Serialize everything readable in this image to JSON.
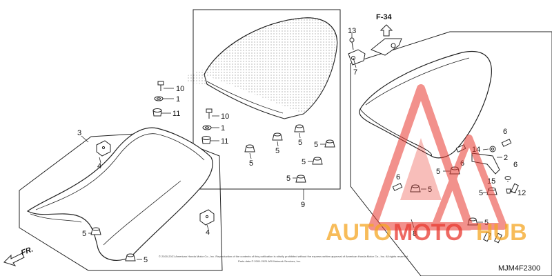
{
  "figure_ref": "F-34",
  "direction_label": "FR.",
  "diagram_code": "MJM4F2300",
  "watermark": {
    "brand": "AUTOMOTOHUB",
    "part1": "AUTO",
    "part2": "MOTO",
    "part3": "HUB"
  },
  "copyright_line1": "© 2020-2021 American Honda Motor Co., Inc. Reproduction of the contents of this publication is strictly prohibited without the express written approval of American Honda Motor Co., Inc. All rights reserved.",
  "copyright_line2": "Parts data © 2001-2021 ARI Network Services, Inc.",
  "callouts": {
    "c13": "13",
    "c7": "7",
    "c10a": "10",
    "c1a": "1",
    "c11a": "11",
    "c10b": "10",
    "c1b": "1",
    "c11b": "11",
    "c3": "3",
    "c4a": "4",
    "c4b": "4",
    "c5a": "5",
    "c5b": "5",
    "c9": "9",
    "c5c": "5",
    "c5d": "5",
    "c5e": "5",
    "c5f": "5",
    "c5g": "5",
    "c5h": "5",
    "c8": "8",
    "c6a": "6",
    "c6b": "6",
    "c6c": "6",
    "c6d": "6",
    "c14": "14",
    "c2": "2",
    "c15": "15",
    "c12": "12",
    "c5i": "5",
    "c5j": "5",
    "c5k": "5",
    "c5l": "5"
  },
  "colors": {
    "watermark_red": "#e9392f",
    "watermark_orange": "#f5a623",
    "line": "#222222"
  }
}
